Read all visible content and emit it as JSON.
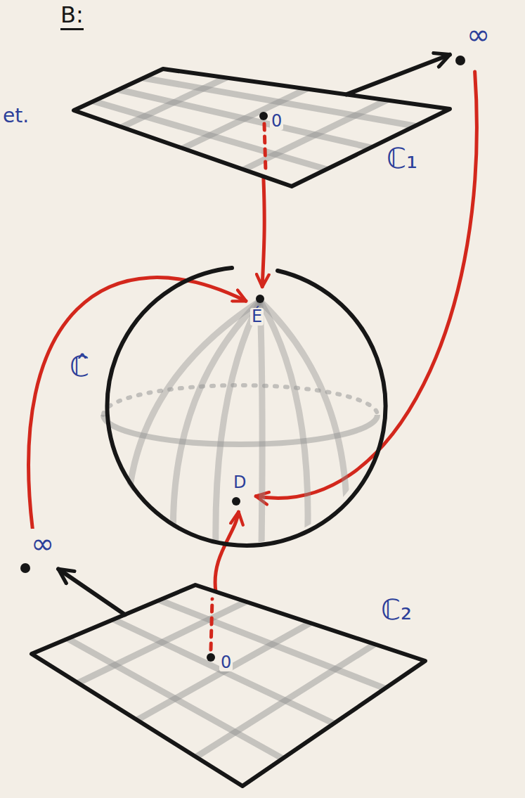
{
  "diagram": {
    "nodes": [
      {
        "text": [
          "∞"
        ]
      },
      {
        "text": [
          "0",
          "ℂ₁"
        ]
      },
      {
        "text": [
          "ℂ̂"
        ]
      },
      {
        "text": [
          "É"
        ],
        "in": 2
      },
      {
        "text": [
          "D"
        ],
        "in": 2
      },
      {
        "text": [
          "∞"
        ]
      },
      {
        "text": [
          "ℂ₂",
          "0"
        ]
      }
    ],
    "edges": [
      {
        "from": 1,
        "to": 0,
        "arrow": "to"
      },
      {
        "from": 1,
        "to": 3,
        "arrow": "to"
      },
      {
        "from": 0,
        "to": 4,
        "arrow": "to"
      },
      {
        "from": 5,
        "to": 3,
        "arrow": "to"
      },
      {
        "from": 6,
        "to": 4,
        "arrow": "to"
      },
      {
        "from": 6,
        "to": 5,
        "arrow": "to"
      }
    ],
    "labels": [
      "B:",
      "et."
    ]
  }
}
